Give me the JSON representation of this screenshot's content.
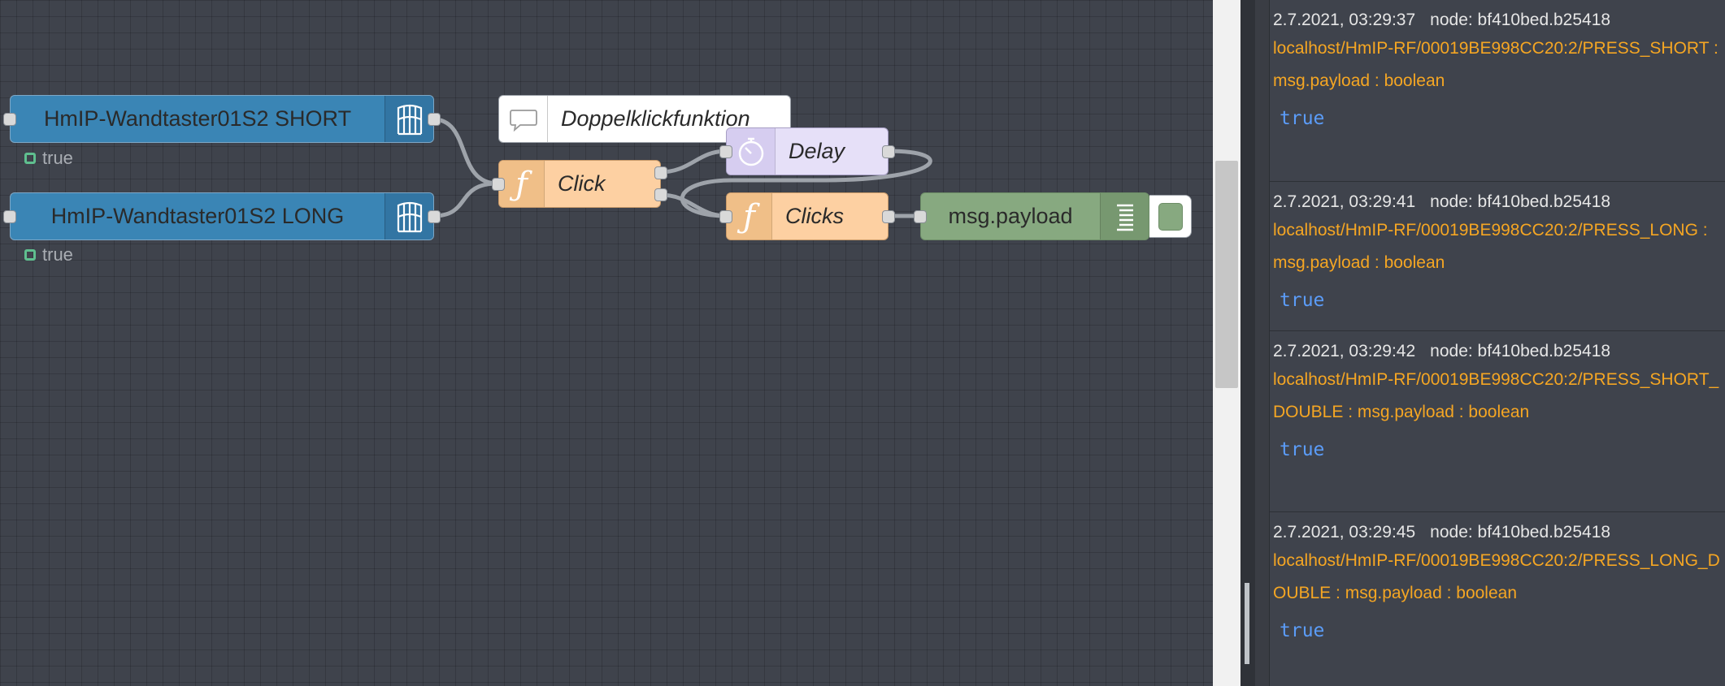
{
  "canvas": {
    "nodes": {
      "short": {
        "label": "HmIP-Wandtaster01S2 SHORT",
        "status": "true",
        "icon": "bridge-icon"
      },
      "long": {
        "label": "HmIP-Wandtaster01S2 LONG",
        "status": "true",
        "icon": "bridge-icon"
      },
      "comment": {
        "label": "Doppelklickfunktion",
        "icon": "speech-bubble-icon"
      },
      "click": {
        "label": "Click",
        "icon": "function-icon"
      },
      "delay": {
        "label": "Delay",
        "icon": "timer-icon"
      },
      "clicks": {
        "label": "Clicks",
        "icon": "function-icon"
      },
      "debug": {
        "label": "msg.payload",
        "icon": "list-icon"
      }
    },
    "colors": {
      "input_node": "#3a85b5",
      "function_node": "#fdd0a2",
      "delay_node": "#e6e0f8",
      "debug_node": "#87a980",
      "comment_node": "#ffffff",
      "status_ok": "#5fbf8f"
    }
  },
  "debug_panel": {
    "messages": [
      {
        "timestamp": "2.7.2021, 03:29:37",
        "node": "node: bf410bed.b25418",
        "topic": "localhost/HmIP-RF/00019BE998CC20:2/PRESS_SHORT : msg.payload : boolean",
        "value": "true"
      },
      {
        "timestamp": "2.7.2021, 03:29:41",
        "node": "node: bf410bed.b25418",
        "topic": "localhost/HmIP-RF/00019BE998CC20:2/PRESS_LONG : msg.payload : boolean",
        "value": "true"
      },
      {
        "timestamp": "2.7.2021, 03:29:42",
        "node": "node: bf410bed.b25418",
        "topic": "localhost/HmIP-RF/00019BE998CC20:2/PRESS_SHORT_DOUBLE : msg.payload : boolean",
        "value": "true"
      },
      {
        "timestamp": "2.7.2021, 03:29:45",
        "node": "node: bf410bed.b25418",
        "topic": "localhost/HmIP-RF/00019BE998CC20:2/PRESS_LONG_DOUBLE : msg.payload : boolean",
        "value": "true"
      }
    ]
  }
}
